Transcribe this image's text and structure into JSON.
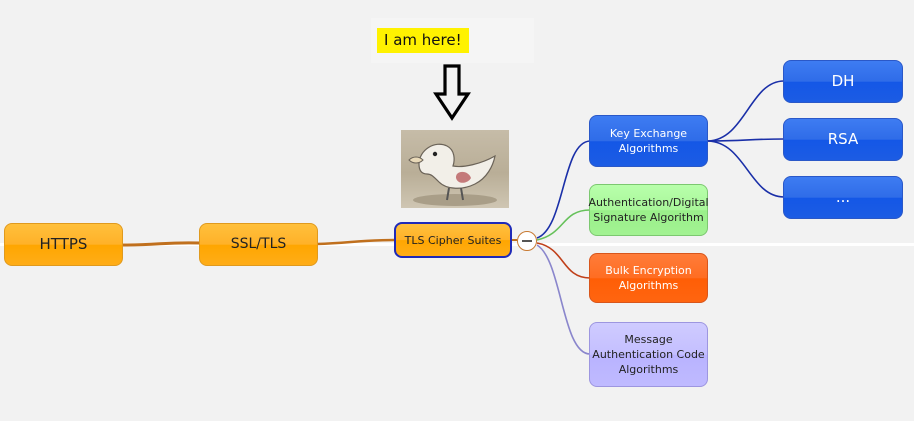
{
  "callout": {
    "text": "I am here!"
  },
  "nodes": {
    "https": "HTTPS",
    "ssl_tls": "SSL/TLS",
    "tls_cipher_suites": "TLS Cipher Suites",
    "key_exchange": "Key Exchange\nAlgorithms",
    "authentication": "Authentication/Digital\nSignature Algorithm",
    "bulk_encryption": "Bulk Encryption\nAlgorithms",
    "mac": "Message\nAuthentication Code\nAlgorithms",
    "dh": "DH",
    "rsa": "RSA",
    "more": "..."
  },
  "icons": {
    "collapse": "collapse-minus-icon",
    "arrow": "down-arrow-icon",
    "picture": "duck-cartoon-image"
  },
  "colors": {
    "trunk_link": "#c0701e",
    "blue_branch": "#1a2fa8",
    "green_branch": "#66c15a",
    "red_branch": "#c0401a",
    "violet_branch": "#8a86cc"
  }
}
